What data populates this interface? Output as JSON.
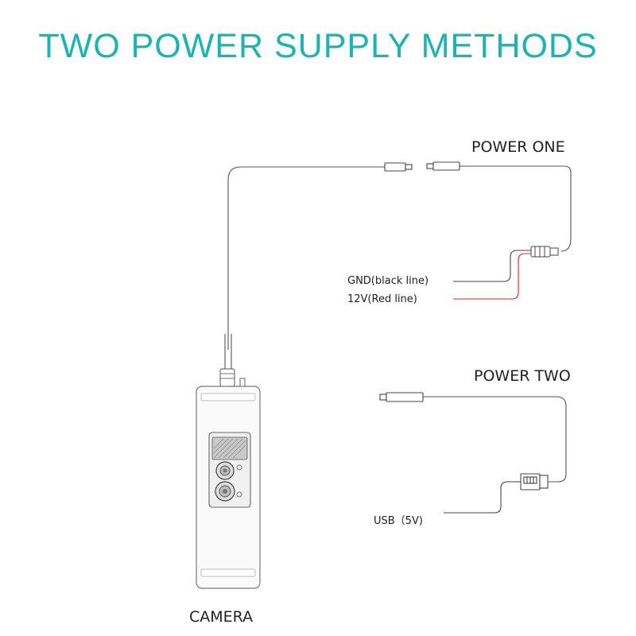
{
  "title": "TWO POWER SUPPLY METHODS",
  "labels": {
    "power_one": "POWER ONE",
    "gnd": "GND(black line)",
    "v12": "12V(Red line)",
    "power_two": "POWER TWO",
    "usb": "USB（5V)",
    "camera": "CAMERA"
  },
  "colors": {
    "title": "#1bb3b3",
    "red_wire": "#e02020",
    "line": "#555555"
  }
}
